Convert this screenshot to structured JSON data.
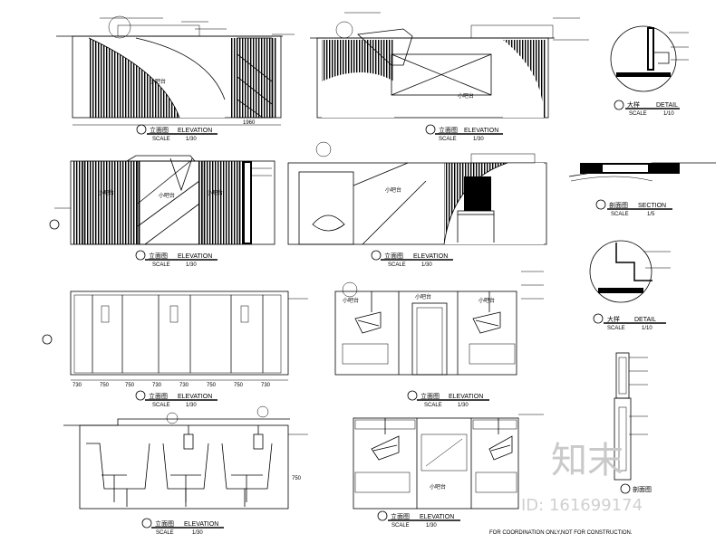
{
  "elevations": [
    {
      "title": "ELEVATION",
      "scale": "1/30"
    },
    {
      "title": "ELEVATION",
      "scale": "1/30"
    },
    {
      "title": "ELEVATION",
      "scale": "1/30"
    },
    {
      "title": "ELEVATION",
      "scale": "1/30"
    },
    {
      "title": "ELEVATION",
      "scale": "1/30"
    },
    {
      "title": "ELEVATION",
      "scale": "1/30"
    },
    {
      "title": "ELEVATION",
      "scale": "1/30"
    },
    {
      "title": "ELEVATION",
      "scale": "1/30"
    }
  ],
  "details": [
    {
      "title": "DETAIL",
      "scale": "1/10"
    },
    {
      "title": "SECTION",
      "scale": "1/5"
    },
    {
      "title": "DETAIL",
      "scale": "1/10"
    }
  ],
  "dimensions": {
    "d1": "1960",
    "d2": "730",
    "d3": "750",
    "d4": "750",
    "d5": "730",
    "d6": "730",
    "d7": "750",
    "d8": "750",
    "d9": "730",
    "d10": "750"
  },
  "disclaimer": "FOR COORDINATION ONLY,NOT FOR CONSTRUCTION.",
  "watermark": {
    "logo": "知末",
    "id": "ID: 161699174"
  },
  "colors": {
    "line": "#000000",
    "watermark": "#c9c9c9"
  }
}
